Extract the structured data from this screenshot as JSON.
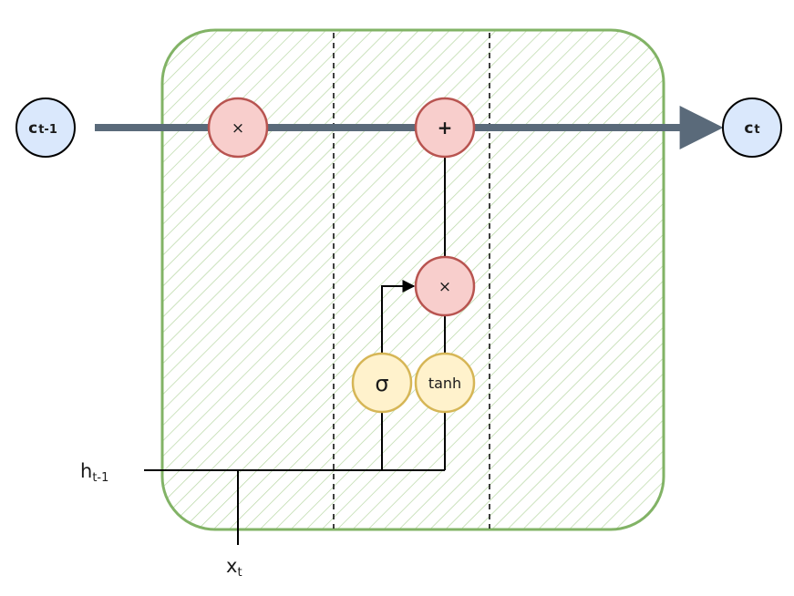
{
  "colors": {
    "cell_stroke": "#82b366",
    "cell_hatch": "#b7d7a3",
    "state_fill": "#dae8fc",
    "op_fill": "#f8cecc",
    "op_stroke": "#b85450",
    "gate_fill": "#fff2cc",
    "gate_stroke": "#d6b656",
    "state_line": "#5a6a7a"
  },
  "nodes": {
    "c_prev": {
      "main": "c",
      "sub": "t-1"
    },
    "c_next": {
      "main": "c",
      "sub": "t"
    },
    "forget_mult": "×",
    "add": "+",
    "input_mult": "×",
    "sigma": "σ",
    "tanh": "tanh"
  },
  "inputs": {
    "h_prev": {
      "main": "h",
      "sub": "t-1"
    },
    "x_t": {
      "main": "x",
      "sub": "t"
    }
  },
  "icons": [
    "multiply-icon",
    "plus-icon",
    "arrow-right-icon",
    "arrow-up-right-icon"
  ]
}
